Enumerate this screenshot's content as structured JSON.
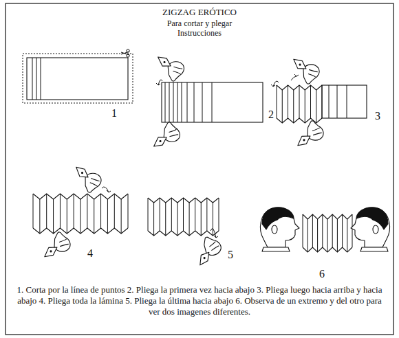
{
  "diagram": {
    "title": "ZIGZAG ERÓTICO",
    "labels": [
      "Para cortar y plegar",
      "Instrucciones",
      "1",
      "2",
      "3",
      "4",
      "5",
      "6"
    ],
    "caption": "1. Corta por la línea de puntos 2. Pliega la primera vez hacia abajo 3. Pliega luego hacia arriba y hacia abajo 4. Pliega toda la lámina 5. Pliega la última hacia abajo 6. Observa de un extremo y del otro para ver dos imagenes diferentes."
  }
}
